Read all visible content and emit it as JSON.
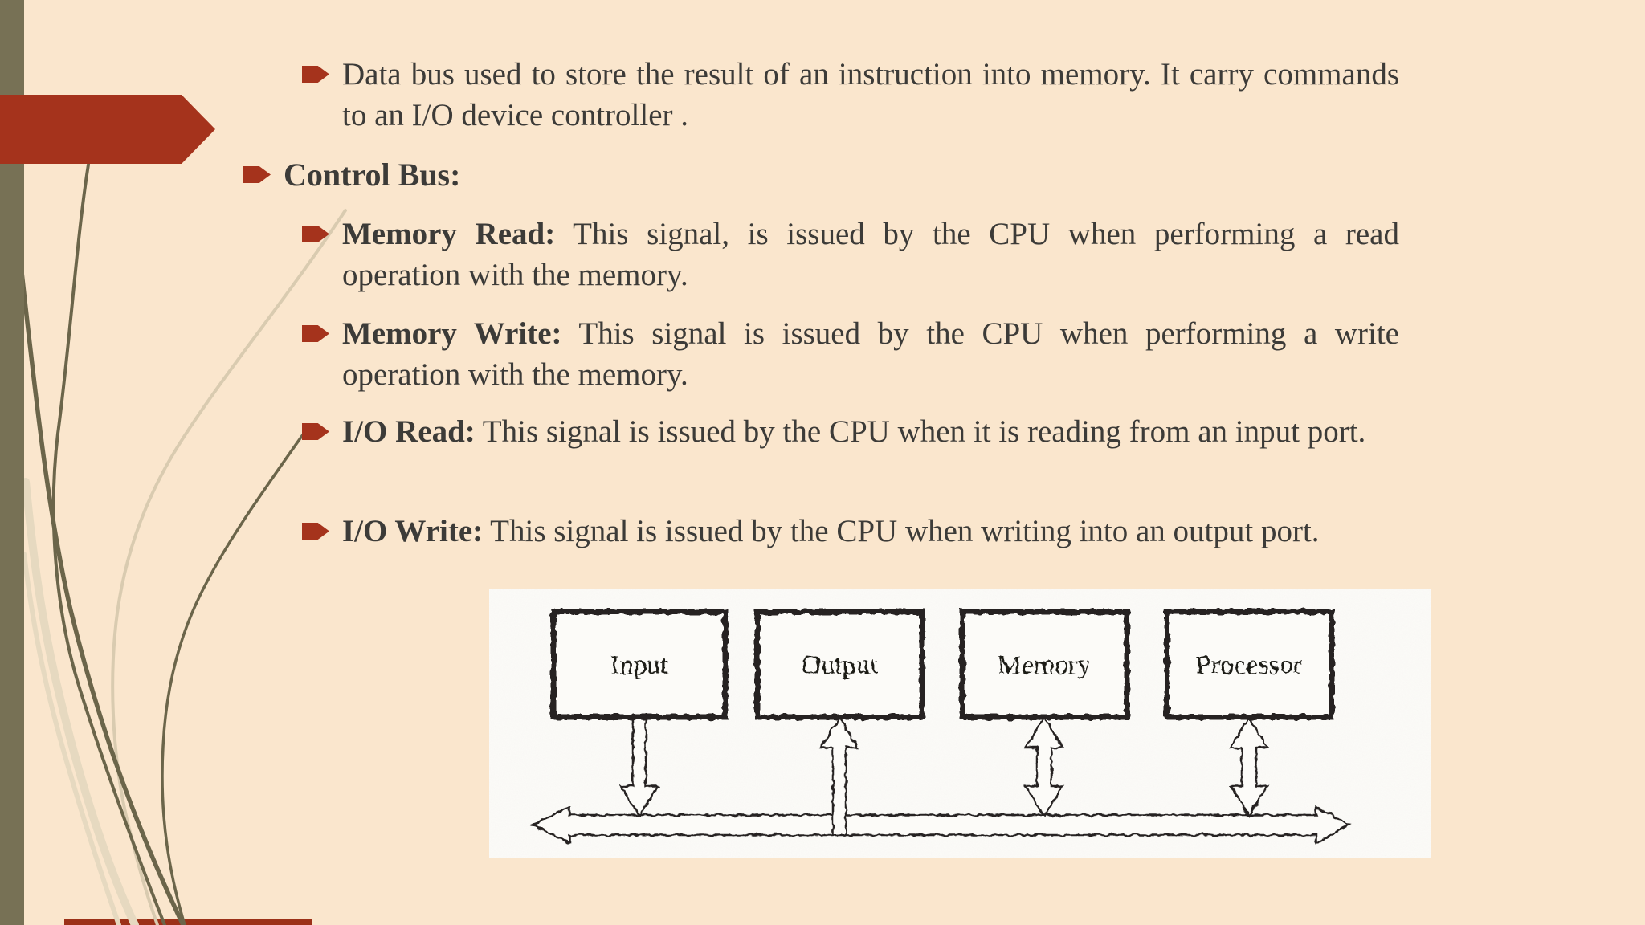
{
  "slide": {
    "colors": {
      "background": "#FAE6CD",
      "accent_red": "#A5331C",
      "olive_bar": "#777155",
      "curve_olive": "#6B654A",
      "curve_tan": "#DFD0B5",
      "body_text": "#3C3B38",
      "diagram_background": "#FCFBF8",
      "diagram_ink": "#262420"
    },
    "bullets": [
      {
        "level": 2,
        "label": "",
        "body": "Data bus used to store the result of an instruction into memory.  It carry commands to an I/O device controller ."
      },
      {
        "level": 1,
        "label": "Control Bus:",
        "body": ""
      },
      {
        "level": 2,
        "label": "Memory Read:",
        "body": " This signal, is issued by the CPU when performing  a read operation with the memory."
      },
      {
        "level": 2,
        "label": "Memory Write:",
        "body": " This signal is issued by the CPU when performing  a write operation with the memory."
      },
      {
        "level": 2,
        "label": "I/O Read:",
        "body": " This signal is issued by the CPU when it is reading from an input port."
      },
      {
        "level": 2,
        "label": "I/O Write:",
        "body": " This signal is issued by the CPU when writing into an output port."
      }
    ],
    "diagram": {
      "description": "Shared bus architecture",
      "boxes": {
        "input": "Input",
        "output": "Output",
        "memory": "Memory",
        "processor": "Processor"
      }
    }
  }
}
